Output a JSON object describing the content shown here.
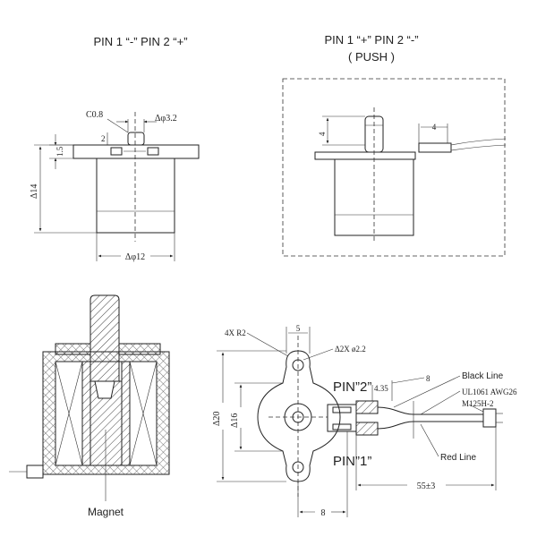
{
  "views": {
    "top_left": {
      "heading": "PIN 1 “-” PIN 2 “+”"
    },
    "top_right": {
      "heading": "PIN 1 “+” PIN 2 “-”",
      "subheading": "( PUSH )"
    },
    "section": {
      "magnet_label": "Magnet"
    },
    "bottom_view": {
      "pin2_label": "PIN”2”",
      "pin1_label": "PIN”1”",
      "black_line": "Black Line",
      "red_line": "Red Line",
      "wire_spec": "UL1061 AWG26",
      "connector": "M125H-2"
    }
  },
  "dimensions": {
    "chamfer": "C0.8",
    "plunger_dia": "Δφ3.2",
    "dim_2": "2",
    "dim_1_5": "1.5",
    "height_14": "Δ14",
    "body_dia": "Δφ12",
    "stroke_4": "4",
    "wire_4": "4",
    "radius": "4X R2",
    "width_5": "5",
    "hole_dia": "Δ2X ø2.2",
    "height_20": "Δ20",
    "height_16": "Δ16",
    "dim_4_35": "4.35",
    "dim_8_top": "8",
    "length_55": "55±3",
    "dim_8_bottom": "8"
  }
}
